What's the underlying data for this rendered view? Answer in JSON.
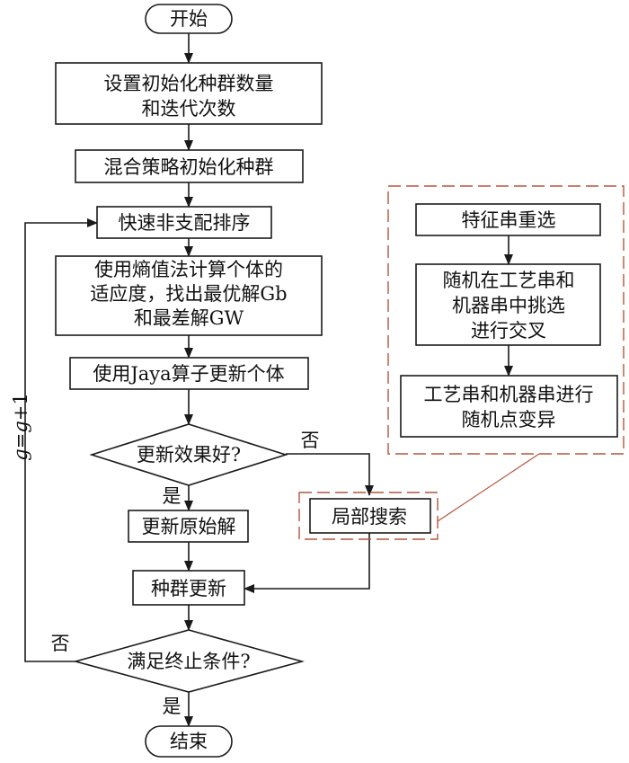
{
  "flow": {
    "start": "开始",
    "init_params": [
      "设置初始化种群数量",
      "和迭代次数"
    ],
    "hybrid_init": "混合策略初始化种群",
    "sort": "快速非支配排序",
    "fitness": [
      "使用熵值法计算个体的",
      "适应度，找出最优解Gb",
      "和最差解GW"
    ],
    "jaya": "使用Jaya算子更新个体",
    "decision_update": "更新效果好?",
    "update_original": "更新原始解",
    "local_search": "局部搜索",
    "pop_update": "种群更新",
    "decision_stop": "满足终止条件?",
    "end": "结束",
    "yes": "是",
    "no": "否",
    "loop_g": "g",
    "loop_eq": "=",
    "loop_g2": "g",
    "loop_plus": "+1"
  },
  "detail": {
    "reselect": "特征串重选",
    "crossover": [
      "随机在工艺串和",
      "机器串中挑选",
      "进行交叉"
    ],
    "mutation": [
      "工艺串和机器串进行",
      "随机点变异"
    ]
  },
  "colors": {
    "line": "#1a1a1a",
    "dashed": "#b5563d"
  }
}
